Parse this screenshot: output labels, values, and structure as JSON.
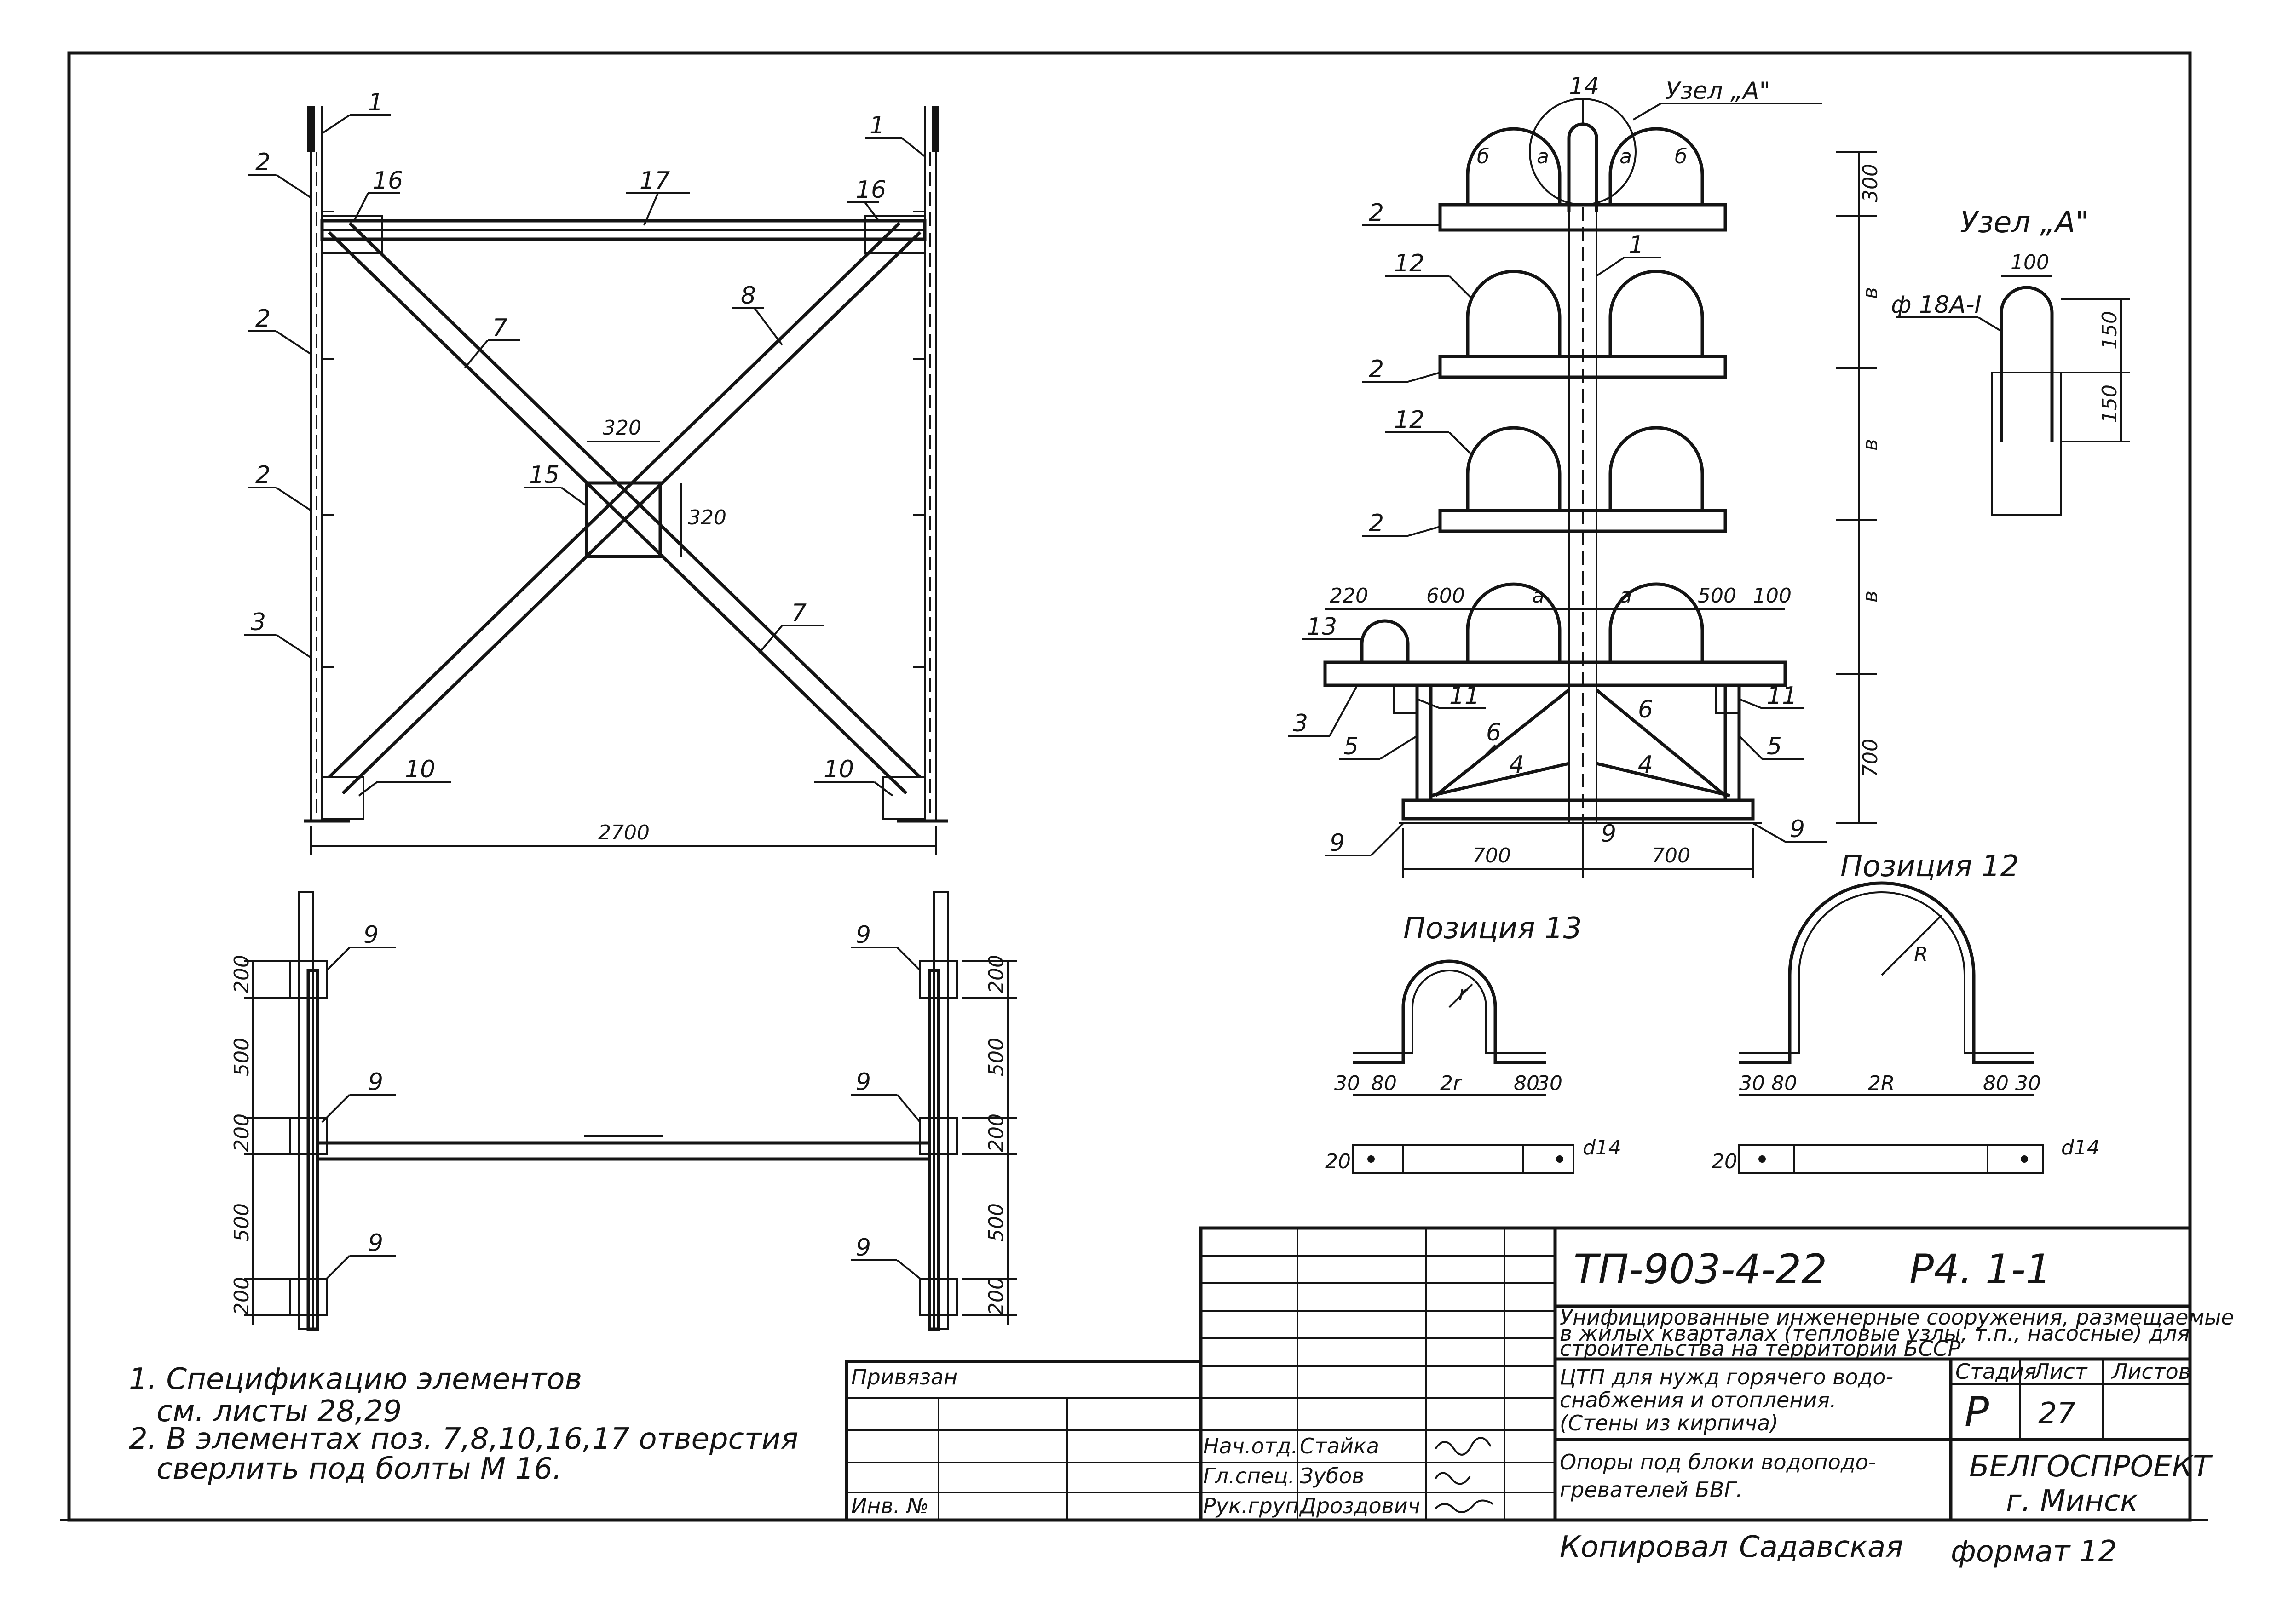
{
  "positions": {
    "p1": "1",
    "p2": "2",
    "p3": "3",
    "p4": "4",
    "p5": "5",
    "p6": "6",
    "p7": "7",
    "p8": "8",
    "p9": "9",
    "p10": "10",
    "p11": "11",
    "p12": "12",
    "p13": "13",
    "p14": "14",
    "p15": "15",
    "p16": "16",
    "p17": "17"
  },
  "dims": {
    "d2700": "2700",
    "d320": "320",
    "d300": "300",
    "d700": "700",
    "d200": "200",
    "d500": "500",
    "d220": "220",
    "d600": "600",
    "d100": "100",
    "d150": "150",
    "d30": "30",
    "d80": "80",
    "d20": "20",
    "d14": "d14",
    "d2r": "2r",
    "d2R": "2R",
    "r": "r",
    "R": "R",
    "a": "a",
    "b": "б",
    "v": "в",
    "rod": "ф 18A-I"
  },
  "view_titles": {
    "node_a_callout": "Узел „А\"",
    "node_a_title": "Узел „А\"",
    "pos13": "Позиция 13",
    "pos12": "Позиция 12"
  },
  "notes": {
    "n1_line1": "1. Спецификацию элементов",
    "n1_line2": "см. листы 28,29",
    "n2_line1": "2. В элементах поз. 7,8,10,16,17 отверстия",
    "n2_line2": "сверлить под болты М 16."
  },
  "title_block": {
    "code": "ТП-903-4-22",
    "sheet_ref": "Р4. 1-1",
    "project_l1": "Унифицированные инженерные сооружения, размещаемые",
    "project_l2": "в жилых кварталах (тепловые узлы, т.п., насосные) для",
    "project_l3": "строительства на территории БССР",
    "object_l1": "ЦТП для нужд горячего водо-",
    "object_l2": "снабжения и отопления.",
    "object_l3": "(Стены из кирпича)",
    "drawing_l1": "Опоры под блоки водоподо-",
    "drawing_l2": "гревателей БВГ.",
    "stage_label": "Стадия",
    "sheet_label": "Лист",
    "sheets_label": "Листов",
    "stage": "Р",
    "sheet_no": "27",
    "org_l1": "БЕЛГОСПРОЕКТ",
    "org_l2": "г. Минск",
    "role1": "Нач.отд.",
    "name1": "Стайка",
    "role2": "Гл.спец.",
    "name2": "Зубов",
    "role3": "Рук.груп.",
    "name3": "Дроздович",
    "privyazan": "Привязан",
    "inv": "Инв. №",
    "copied_label": "Копировал",
    "copied_name": "Садавская",
    "format": "формат 12"
  }
}
